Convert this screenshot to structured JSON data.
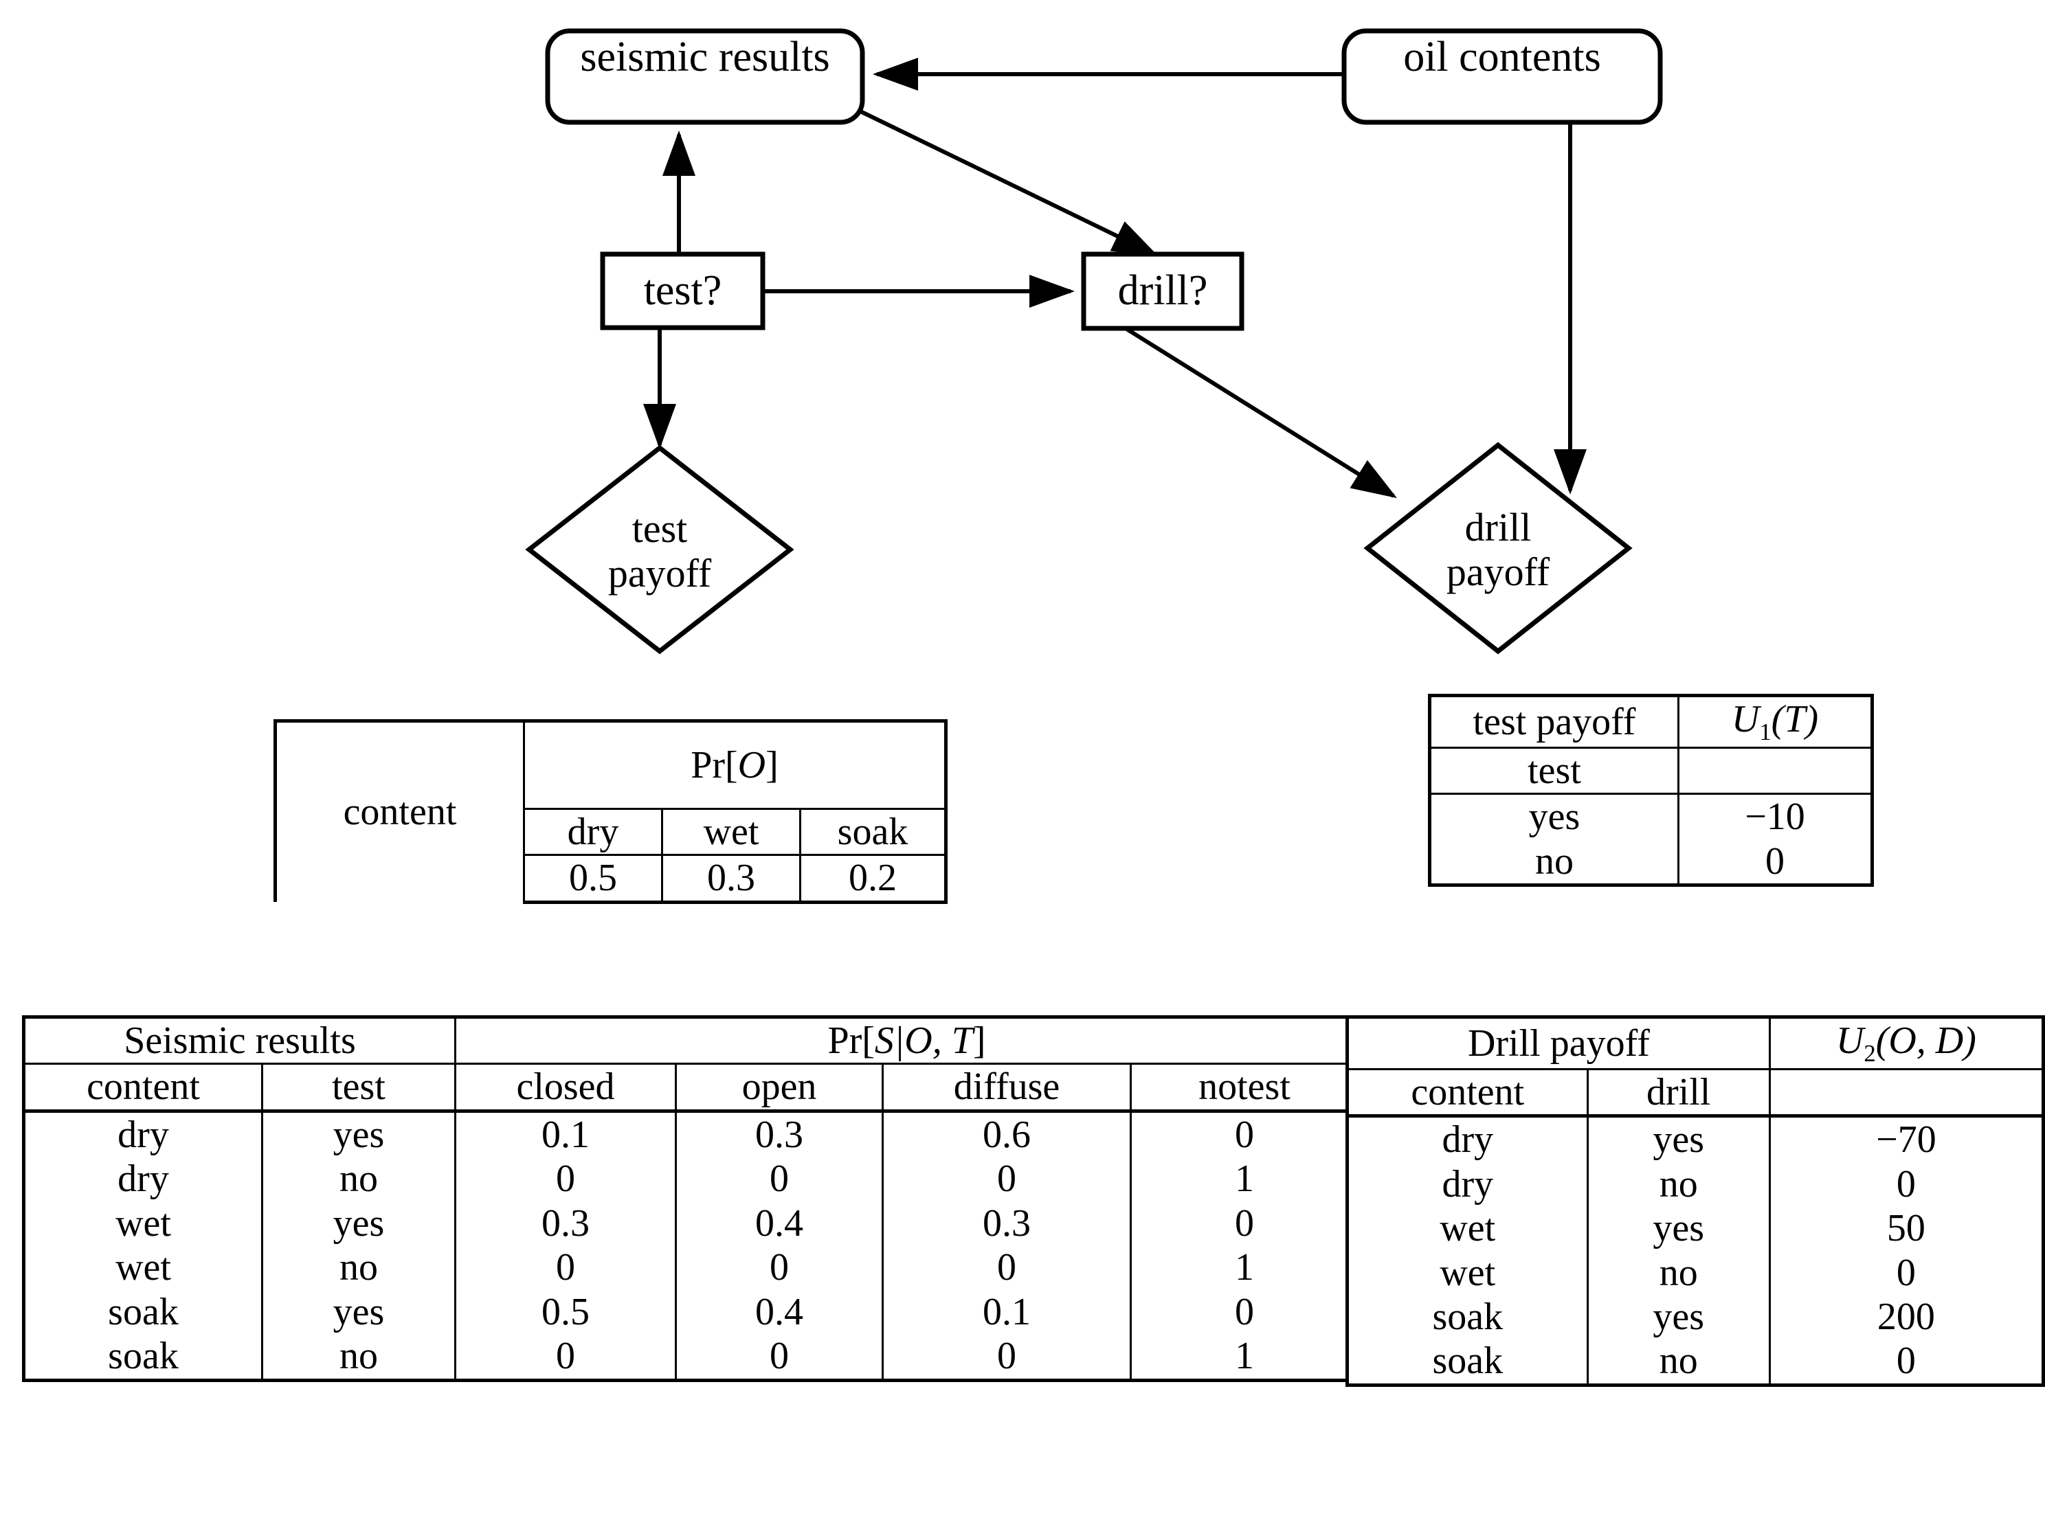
{
  "diagram": {
    "nodes": [
      {
        "id": "seismic-results",
        "label": "seismic results",
        "shape": "rounded-rect"
      },
      {
        "id": "oil-contents",
        "label": "oil contents",
        "shape": "rounded-rect"
      },
      {
        "id": "test-decision",
        "label": "test?",
        "shape": "rect"
      },
      {
        "id": "drill-decision",
        "label": "drill?",
        "shape": "rect"
      },
      {
        "id": "test-payoff",
        "label_line1": "test",
        "label_line2": "payoff",
        "shape": "diamond"
      },
      {
        "id": "drill-payoff",
        "label_line1": "drill",
        "label_line2": "payoff",
        "shape": "diamond"
      }
    ],
    "edges": [
      {
        "from": "oil-contents",
        "to": "seismic-results"
      },
      {
        "from": "test-decision",
        "to": "seismic-results"
      },
      {
        "from": "test-decision",
        "to": "drill-decision"
      },
      {
        "from": "seismic-results",
        "to": "drill-decision"
      },
      {
        "from": "test-decision",
        "to": "test-payoff"
      },
      {
        "from": "drill-decision",
        "to": "drill-payoff"
      },
      {
        "from": "oil-contents",
        "to": "drill-payoff"
      }
    ]
  },
  "prior_table": {
    "row_header": "content",
    "prob_header_pre": "Pr[",
    "prob_header_var": "O",
    "prob_header_post": "]",
    "columns": [
      "dry",
      "wet",
      "soak"
    ],
    "values": [
      "0.5",
      "0.3",
      "0.2"
    ]
  },
  "test_payoff_table": {
    "title": "test payoff",
    "utility_pre": "U",
    "utility_sub": "1",
    "utility_args": "(T)",
    "subheader": "test",
    "subheader_value": "",
    "rows": [
      {
        "test": "yes",
        "utility": "−10"
      },
      {
        "test": "no",
        "utility": "0"
      }
    ]
  },
  "seismic_table": {
    "title": "Seismic results",
    "prob_header_pre": "Pr[",
    "prob_header_var": "S|O, T",
    "prob_header_post": "]",
    "col_headers": [
      "content",
      "test",
      "closed",
      "open",
      "diffuse",
      "notest"
    ],
    "rows": [
      {
        "content": "dry",
        "test": "yes",
        "closed": "0.1",
        "open": "0.3",
        "diffuse": "0.6",
        "notest": "0"
      },
      {
        "content": "dry",
        "test": "no",
        "closed": "0",
        "open": "0",
        "diffuse": "0",
        "notest": "1"
      },
      {
        "content": "wet",
        "test": "yes",
        "closed": "0.3",
        "open": "0.4",
        "diffuse": "0.3",
        "notest": "0"
      },
      {
        "content": "wet",
        "test": "no",
        "closed": "0",
        "open": "0",
        "diffuse": "0",
        "notest": "1"
      },
      {
        "content": "soak",
        "test": "yes",
        "closed": "0.5",
        "open": "0.4",
        "diffuse": "0.1",
        "notest": "0"
      },
      {
        "content": "soak",
        "test": "no",
        "closed": "0",
        "open": "0",
        "diffuse": "0",
        "notest": "1"
      }
    ]
  },
  "drill_payoff_table": {
    "title": "Drill payoff",
    "utility_pre": "U",
    "utility_sub": "2",
    "utility_args": "(O, D)",
    "col_headers": [
      "content",
      "drill",
      ""
    ],
    "rows": [
      {
        "content": "dry",
        "drill": "yes",
        "utility": "−70"
      },
      {
        "content": "dry",
        "drill": "no",
        "utility": "0"
      },
      {
        "content": "wet",
        "drill": "yes",
        "utility": "50"
      },
      {
        "content": "wet",
        "drill": "no",
        "utility": "0"
      },
      {
        "content": "soak",
        "drill": "yes",
        "utility": "200"
      },
      {
        "content": "soak",
        "drill": "no",
        "utility": "0"
      }
    ]
  },
  "colors": {
    "stroke": "#000000",
    "background": "#ffffff"
  }
}
